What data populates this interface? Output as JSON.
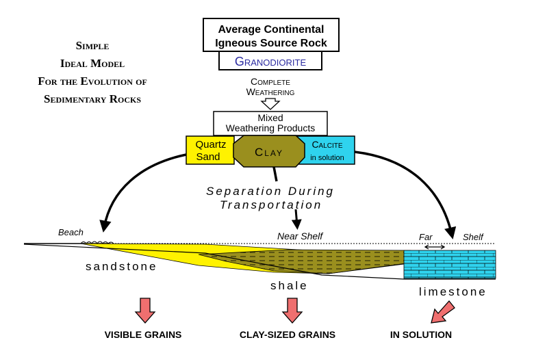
{
  "title_lines": [
    "Simple",
    "Ideal Model",
    "For the Evolution of",
    "Sedimentary Rocks"
  ],
  "source_box": {
    "line1": "Average Continental",
    "line2": "Igneous Source Rock",
    "rock": "Granodiorite"
  },
  "weathering": {
    "line1": "Complete",
    "line2": "Weathering"
  },
  "products": {
    "line1": "Mixed",
    "line2": "Weathering Products"
  },
  "quartz": {
    "line1": "Quartz",
    "line2": "Sand"
  },
  "clay": "Clay",
  "calcite": {
    "line1": "Calcite",
    "line2": "in solution"
  },
  "separation": {
    "line1": "Separation During",
    "line2": "Transportation"
  },
  "environments": {
    "beach": "Beach",
    "near_shelf": "Near Shelf",
    "far": "Far",
    "shelf": "Shelf"
  },
  "rocks": {
    "sandstone": "sandstone",
    "shale": "shale",
    "limestone": "limestone"
  },
  "bottom_labels": {
    "visible": "VISIBLE GRAINS",
    "clay_sized": "CLAY-SIZED GRAINS",
    "solution": "IN SOLUTION"
  },
  "colors": {
    "quartz": "#fff200",
    "clay": "#9a8f1e",
    "calcite": "#2fd3ee",
    "rock_name": "#2a2aa0",
    "arrow": "#ef6f6f"
  }
}
